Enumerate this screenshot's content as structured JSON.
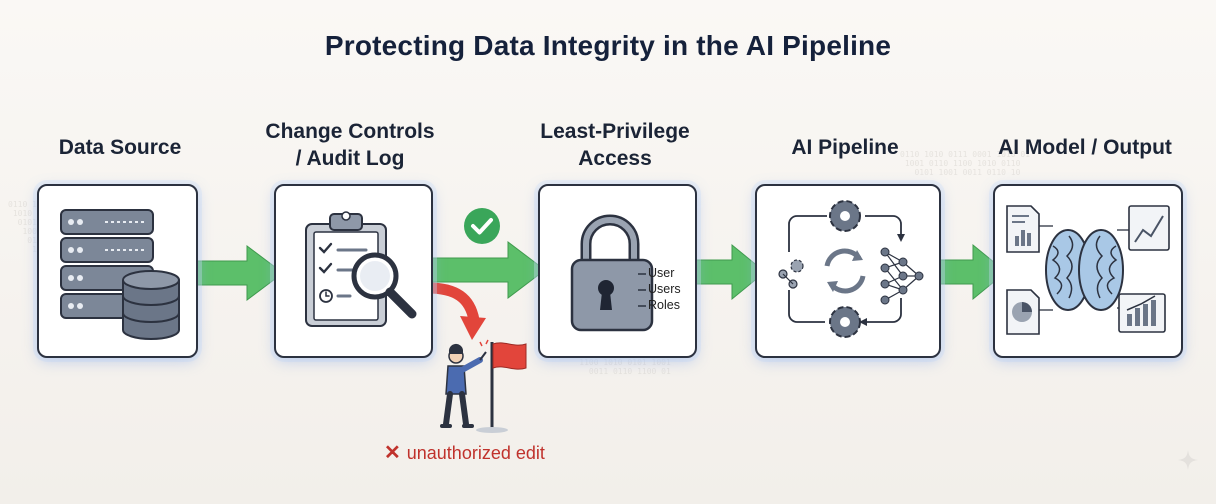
{
  "title": "Protecting Data Integrity in the AI Pipeline",
  "stages": [
    {
      "label_line1": "Data Source",
      "label_line2": ""
    },
    {
      "label_line1": "Change Controls",
      "label_line2": "/ Audit Log"
    },
    {
      "label_line1": "Least-Privilege",
      "label_line2": "Access"
    },
    {
      "label_line1": "AI Pipeline",
      "label_line2": ""
    },
    {
      "label_line1": "AI Model / Output",
      "label_line2": ""
    }
  ],
  "access_roles": [
    "User",
    "Users",
    "Roles"
  ],
  "alert": {
    "icon": "x-mark-icon",
    "text": "unauthorized edit"
  },
  "colors": {
    "title": "#15213b",
    "arrow_green": "#5cbf6a",
    "check_green": "#3aa65a",
    "alert_red": "#c0322c",
    "flag_red": "#e2453b",
    "icon_gray": "#6b7688",
    "brain_blue": "#a9c8e6"
  }
}
